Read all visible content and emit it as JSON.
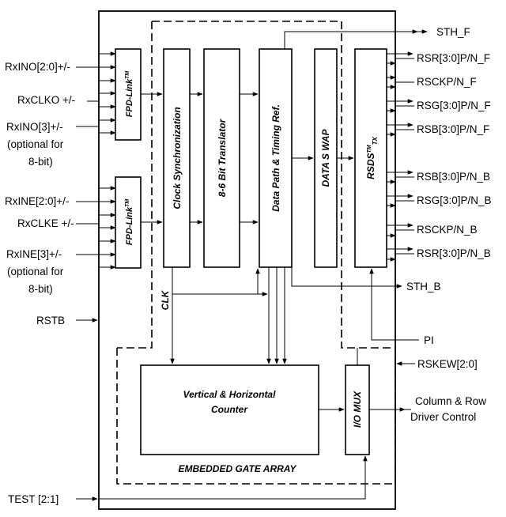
{
  "inputs_left": {
    "rxino_20": "RxINO[2:0]+/-",
    "rxclko": "RxCLKO +/-",
    "rxino_3": "RxINO[3]+/-",
    "opt1_line1": "(optional for",
    "opt1_line2": "8-bit)",
    "rxine_20": "RxINE[2:0]+/-",
    "rxclke": "RxCLKE +/-",
    "rxine_3": "RxINE[3]+/-",
    "opt2_line1": "(optional for",
    "opt2_line2": "8-bit)",
    "rstb": "RSTB",
    "test": "TEST [2:1]"
  },
  "outputs_right": {
    "sth_f": "STH_F",
    "rsr_f": "RSR[3:0]P/N_F",
    "rsckp_f": "RSCKP/N_F",
    "rsg_f": "RSG[3:0]P/N_F",
    "rsb_f": "RSB[3:0]P/N_F",
    "rsb_b": "RSB[3:0]P/N_B",
    "rsg_b": "RSG[3:0]P/N_B",
    "rsckp_b": "RSCKP/N_B",
    "rsr_b": "RSR[3:0]P/N_B",
    "sth_b": "STH_B",
    "pi": "PI",
    "rskew": "RSKEW[2:0]",
    "col_row_line1": "Column & Row",
    "col_row_line2": "Driver Control"
  },
  "blocks": {
    "fpd_link_top": "FPD-Link",
    "fpd_link_top_sup": "TM",
    "fpd_link_bottom": "FPD-Link",
    "fpd_link_bottom_sup": "TM",
    "clock_sync": "Clock Synchronization",
    "translator": "8-6 Bit Translator",
    "data_path": "Data Path & Timing Ref.",
    "data_swap": "DATA S WAP",
    "rsds": "RSDS",
    "rsds_sup": "TM",
    "rsds_sub": "TX",
    "counter_line1": "Vertical & Horizontal",
    "counter_line2": "Counter",
    "io_mux": "I/O MUX",
    "gate_array": "EMBEDDED GATE ARRAY",
    "clk": "CLK"
  }
}
